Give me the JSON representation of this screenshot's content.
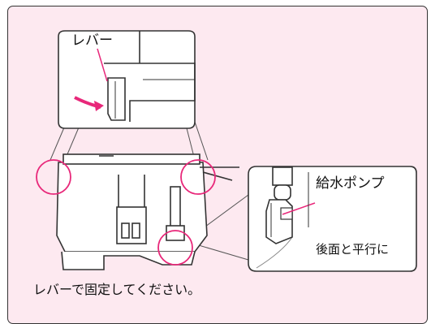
{
  "labels": {
    "lever": "レバー",
    "pump": "給水ポンプ",
    "parallel": "後面と平行に"
  },
  "caption": "レバーで固定してください。",
  "colors": {
    "background": "#fde9f0",
    "accent": "#e8287a",
    "line": "#333333"
  }
}
